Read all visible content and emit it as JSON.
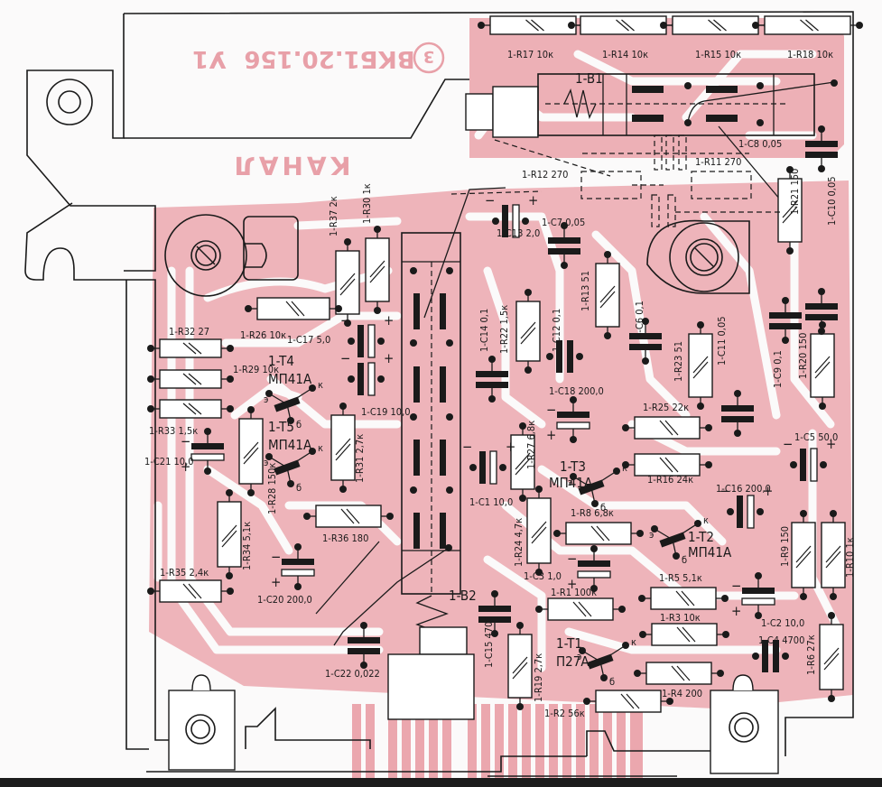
{
  "header": {
    "part_number": "ВКБ1.20.156",
    "revision": "У1",
    "circle_mark": "3",
    "board_name": "КАНАЛ"
  },
  "colors": {
    "copper": "#eba7ae",
    "ink": "#1a1a1a",
    "paper": "#fbfafa"
  },
  "resistors": [
    {
      "ref": "1-R1",
      "value": "100к"
    },
    {
      "ref": "1-R2",
      "value": "56к"
    },
    {
      "ref": "1-R3",
      "value": "10к"
    },
    {
      "ref": "1-R4",
      "value": "200"
    },
    {
      "ref": "1-R5",
      "value": "5,1к"
    },
    {
      "ref": "1-R6",
      "value": "27к"
    },
    {
      "ref": "1-R8",
      "value": "6,8к"
    },
    {
      "ref": "1-R9",
      "value": "150"
    },
    {
      "ref": "1-R10",
      "value": "1к"
    },
    {
      "ref": "1-R11",
      "value": "270"
    },
    {
      "ref": "1-R12",
      "value": "270"
    },
    {
      "ref": "1-R13",
      "value": "51"
    },
    {
      "ref": "1-R14",
      "value": "10к"
    },
    {
      "ref": "1-R15",
      "value": "10к"
    },
    {
      "ref": "1-R16",
      "value": "24к"
    },
    {
      "ref": "1-R17",
      "value": "10к"
    },
    {
      "ref": "1-R18",
      "value": "10к"
    },
    {
      "ref": "1-R19",
      "value": "2,7к"
    },
    {
      "ref": "1-R20",
      "value": "150"
    },
    {
      "ref": "1-R21",
      "value": "150"
    },
    {
      "ref": "1-R22",
      "value": "1,5к"
    },
    {
      "ref": "1-R23",
      "value": "51"
    },
    {
      "ref": "1-R24",
      "value": "4,7к"
    },
    {
      "ref": "1-R25",
      "value": "22к"
    },
    {
      "ref": "1-R26",
      "value": "10к"
    },
    {
      "ref": "1-R27",
      "value": "6,8к"
    },
    {
      "ref": "1-R28",
      "value": "150к"
    },
    {
      "ref": "1-R29",
      "value": "10к"
    },
    {
      "ref": "1-R30",
      "value": "1к"
    },
    {
      "ref": "1-R31",
      "value": "2,7к"
    },
    {
      "ref": "1-R32",
      "value": "27"
    },
    {
      "ref": "1-R33",
      "value": "1,5к"
    },
    {
      "ref": "1-R34",
      "value": "5,1к"
    },
    {
      "ref": "1-R35",
      "value": "2,4к"
    },
    {
      "ref": "1-R36",
      "value": "180"
    },
    {
      "ref": "1-R37",
      "value": "2к"
    }
  ],
  "capacitors": [
    {
      "ref": "1-C1",
      "value": "10,0"
    },
    {
      "ref": "1-C2",
      "value": "10,0"
    },
    {
      "ref": "1-C3",
      "value": "1,0"
    },
    {
      "ref": "1-C4",
      "value": "4700"
    },
    {
      "ref": "1-C5",
      "value": "50,0"
    },
    {
      "ref": "1-C6",
      "value": "0,1"
    },
    {
      "ref": "1-C7",
      "value": "0,05"
    },
    {
      "ref": "1-C8",
      "value": "0,05"
    },
    {
      "ref": "1-C9",
      "value": "0,1"
    },
    {
      "ref": "1-C10",
      "value": "0,05"
    },
    {
      "ref": "1-C11",
      "value": "0,05"
    },
    {
      "ref": "1-C12",
      "value": "0,1"
    },
    {
      "ref": "1-C13",
      "value": "2,0"
    },
    {
      "ref": "1-C14",
      "value": "0,1"
    },
    {
      "ref": "1-C15",
      "value": "4700"
    },
    {
      "ref": "1-C16",
      "value": "200,0"
    },
    {
      "ref": "1-C17",
      "value": "5,0"
    },
    {
      "ref": "1-C18",
      "value": "200,0"
    },
    {
      "ref": "1-C19",
      "value": "10,0"
    },
    {
      "ref": "1-C20",
      "value": "200,0"
    },
    {
      "ref": "1-C21",
      "value": "10,0"
    },
    {
      "ref": "1-C22",
      "value": "0,022"
    }
  ],
  "transistors": [
    {
      "ref": "1-T1",
      "type": "П27А"
    },
    {
      "ref": "1-T2",
      "type": "МП41А"
    },
    {
      "ref": "1-T3",
      "type": "МП41А"
    },
    {
      "ref": "1-T4",
      "type": "МП41А"
    },
    {
      "ref": "1-T5",
      "type": "МП41А"
    }
  ],
  "switches": [
    {
      "ref": "1-B1"
    },
    {
      "ref": "1-B2"
    }
  ],
  "pin_letters": {
    "emitter": "э",
    "base": "б",
    "collector": "к"
  },
  "polarity": {
    "plus": "+",
    "minus": "−"
  }
}
